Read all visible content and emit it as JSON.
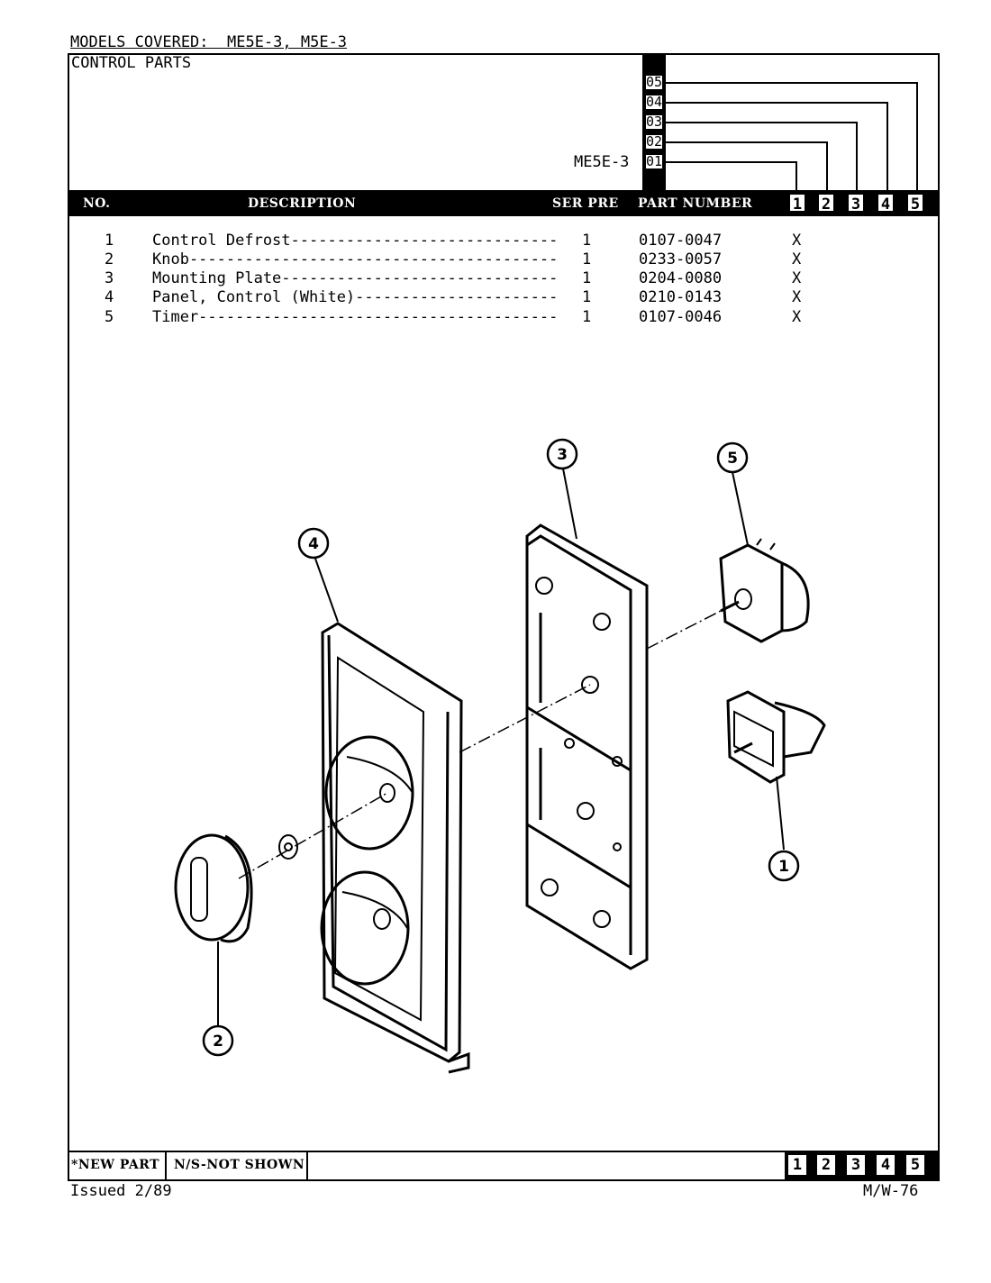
{
  "header": {
    "models_covered": "MODELS COVERED:  ME5E-3, M5E-3",
    "section_title": "CONTROL PARTS",
    "version_label": "ME5E-3",
    "versions": [
      "05",
      "04",
      "03",
      "02",
      "01"
    ]
  },
  "table": {
    "headers": {
      "no": "NO.",
      "description": "DESCRIPTION",
      "ser_pre": "SER PRE",
      "part_number": "PART NUMBER",
      "columns": [
        "1",
        "2",
        "3",
        "4",
        "5"
      ]
    },
    "rows": [
      {
        "no": "1",
        "description": "Control Defrost-----------------------------",
        "qty": "1",
        "part_number": "0107-0047",
        "mark": "X"
      },
      {
        "no": "2",
        "description": "Knob----------------------------------------",
        "qty": "1",
        "part_number": "0233-0057",
        "mark": "X"
      },
      {
        "no": "3",
        "description": "Mounting Plate------------------------------",
        "qty": "1",
        "part_number": "0204-0080",
        "mark": "X"
      },
      {
        "no": "4",
        "description": "Panel, Control (White)----------------------",
        "qty": "1",
        "part_number": "0210-0143",
        "mark": "X"
      },
      {
        "no": "5",
        "description": "Timer---------------------------------------",
        "qty": "1",
        "part_number": "0107-0046",
        "mark": "X"
      }
    ]
  },
  "diagram": {
    "callouts": [
      "3",
      "5",
      "4",
      "1",
      "2"
    ]
  },
  "footer": {
    "new_part": "*NEW PART",
    "not_shown": "N/S-NOT SHOWN",
    "columns": [
      "1",
      "2",
      "3",
      "4",
      "5"
    ],
    "issued": "Issued 2/89",
    "page_code": "M/W-76"
  }
}
